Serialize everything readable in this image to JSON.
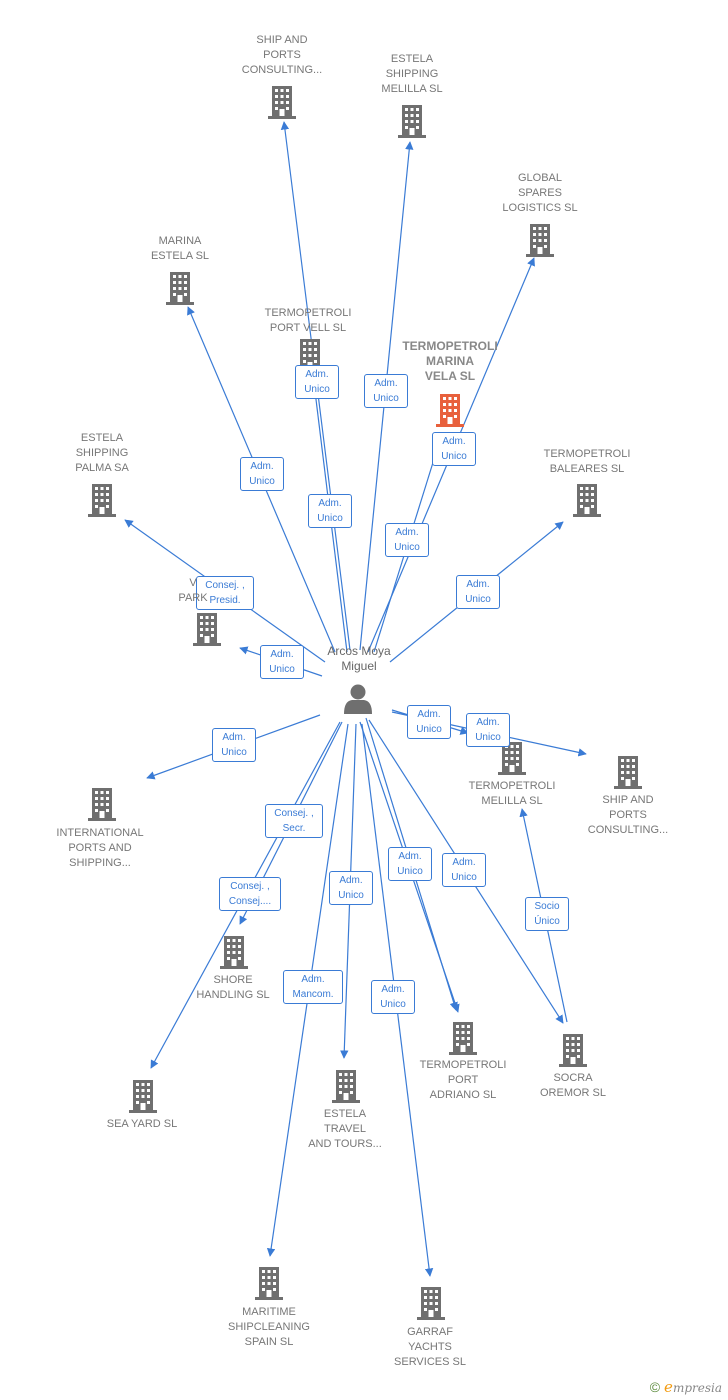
{
  "person": {
    "name": "Arcos Moya\nMiguel"
  },
  "companies": [
    {
      "id": "ship-ports-1",
      "label": "SHIP AND\nPORTS\nCONSULTING..."
    },
    {
      "id": "estela-melilla",
      "label": "ESTELA\nSHIPPING\nMELILLA  SL"
    },
    {
      "id": "global-spares",
      "label": "GLOBAL\nSPARES\nLOGISTICS  SL"
    },
    {
      "id": "marina-estela",
      "label": "MARINA\nESTELA SL"
    },
    {
      "id": "port-vell",
      "label": "TERMOPETROLI\nPORT VELL  SL"
    },
    {
      "id": "marina-vela",
      "label": "TERMOPETROLI\nMARINA\nVELA  SL",
      "highlight": true
    },
    {
      "id": "baleares",
      "label": "TERMOPETROLI\nBALEARES  SL"
    },
    {
      "id": "palma",
      "label": "ESTELA\nSHIPPING\nPALMA SA"
    },
    {
      "id": "v-park",
      "label": "V\nPARK"
    },
    {
      "id": "international",
      "label": "INTERNATIONAL\nPORTS AND\nSHIPPING..."
    },
    {
      "id": "tp-melilla",
      "label": "TERMOPETROLI\nMELILLA  SL"
    },
    {
      "id": "ship-ports-2",
      "label": "SHIP AND\nPORTS\nCONSULTING..."
    },
    {
      "id": "shore",
      "label": "SHORE\nHANDLING SL"
    },
    {
      "id": "sea-yard",
      "label": "SEA YARD SL"
    },
    {
      "id": "estela-travel",
      "label": "ESTELA\nTRAVEL\nAND TOURS..."
    },
    {
      "id": "port-adriano",
      "label": "TERMOPETROLI\nPORT\nADRIANO SL"
    },
    {
      "id": "socra",
      "label": "SOCRA\nOREMOR SL"
    },
    {
      "id": "maritime",
      "label": "MARITIME\nSHIPCLEANING\nSPAIN  SL"
    },
    {
      "id": "garraf",
      "label": "GARRAF\nYACHTS\nSERVICES SL"
    }
  ],
  "relations": [
    {
      "id": "r1",
      "label": "Adm.\nUnico"
    },
    {
      "id": "r2",
      "label": "Adm.\nUnico"
    },
    {
      "id": "r3",
      "label": "Adm.\nUnico"
    },
    {
      "id": "r4",
      "label": "Adm.\nUnico"
    },
    {
      "id": "r5",
      "label": "Adm.\nUnico"
    },
    {
      "id": "r6",
      "label": "Adm.\nUnico"
    },
    {
      "id": "r7",
      "label": "Adm.\nUnico"
    },
    {
      "id": "r8",
      "label": "Consej. ,\nPresid."
    },
    {
      "id": "r9",
      "label": "Adm.\nUnico"
    },
    {
      "id": "r10",
      "label": "Adm.\nUnico"
    },
    {
      "id": "r11",
      "label": "Adm.\nUnico"
    },
    {
      "id": "r12",
      "label": "Adm.\nUnico"
    },
    {
      "id": "r13",
      "label": "Adm.\nUnico"
    },
    {
      "id": "r14",
      "label": "Consej. ,\nSecr."
    },
    {
      "id": "r15",
      "label": "Consej. ,\nConsej...."
    },
    {
      "id": "r16",
      "label": "Adm.\nUnico"
    },
    {
      "id": "r17",
      "label": "Adm.\nUnico"
    },
    {
      "id": "r18",
      "label": "Adm.\nUnico"
    },
    {
      "id": "r19",
      "label": "Adm.\nMancom."
    },
    {
      "id": "r20",
      "label": "Adm.\nUnico"
    },
    {
      "id": "r21",
      "label": "Socio\nÚnico"
    }
  ],
  "colors": {
    "edge": "#3a7bd5",
    "building": "#6f6f6f",
    "building_highlight": "#e8603c",
    "person": "#6f6f6f"
  },
  "footer": {
    "copyright": "©",
    "brand_initial": "e",
    "brand_rest": "mpresia"
  }
}
